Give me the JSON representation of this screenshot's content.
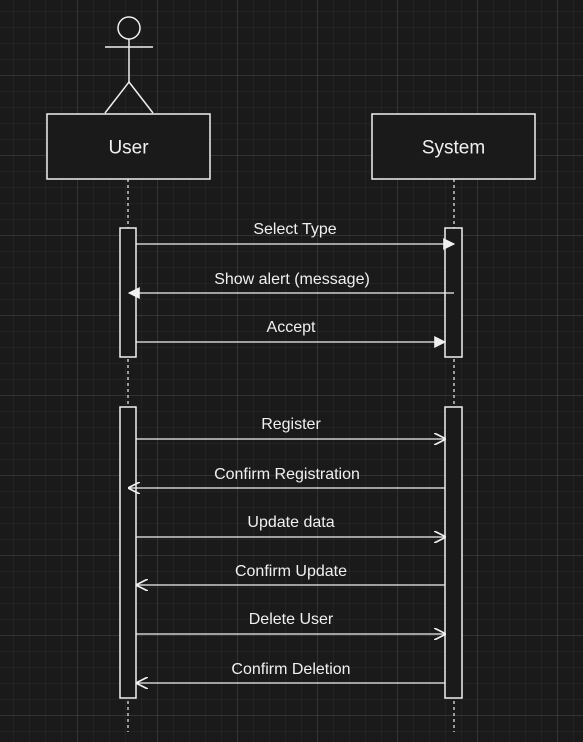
{
  "participants": {
    "user": {
      "label": "User",
      "is_actor": true
    },
    "system": {
      "label": "System",
      "is_actor": false
    }
  },
  "messages": [
    {
      "label": "Select Type",
      "from": "user",
      "to": "system",
      "arrow": "filled"
    },
    {
      "label": "Show alert (message)",
      "from": "system",
      "to": "user",
      "arrow": "filled"
    },
    {
      "label": "Accept",
      "from": "user",
      "to": "system",
      "arrow": "filled"
    },
    {
      "label": "Register",
      "from": "user",
      "to": "system",
      "arrow": "open"
    },
    {
      "label": "Confirm Registration",
      "from": "system",
      "to": "user",
      "arrow": "open"
    },
    {
      "label": "Update data",
      "from": "user",
      "to": "system",
      "arrow": "open"
    },
    {
      "label": "Confirm Update",
      "from": "system",
      "to": "user",
      "arrow": "open"
    },
    {
      "label": "Delete User",
      "from": "user",
      "to": "system",
      "arrow": "open"
    },
    {
      "label": "Confirm Deletion",
      "from": "system",
      "to": "user",
      "arrow": "open"
    }
  ],
  "colors": {
    "background": "#1a1a1a",
    "stroke": "#f0f0f0",
    "text": "#f0f0f0",
    "box_fill": "#1a1a1a"
  }
}
